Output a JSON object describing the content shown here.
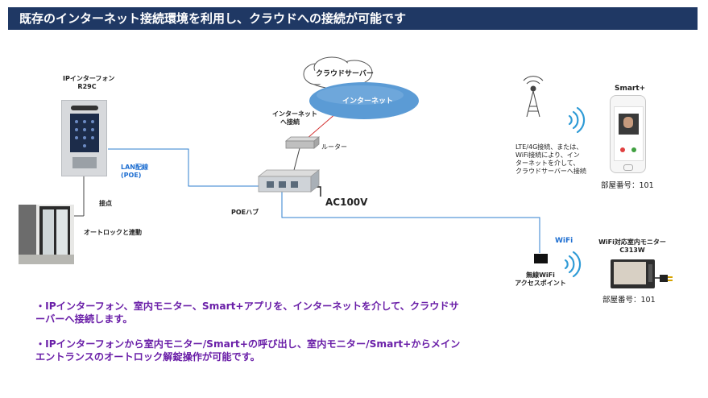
{
  "header": {
    "title": "既存のインターネット接続環境を利用し、クラウドへの接続が可能です"
  },
  "cloud": {
    "label": "クラウドサーバー"
  },
  "internet": {
    "label": "インターネット"
  },
  "internet_connect": {
    "line1": "インターネット",
    "line2": "へ接続"
  },
  "router": {
    "label": "ルーター"
  },
  "poe_hub": {
    "label": "POEハブ"
  },
  "ac": {
    "label": "AC100V"
  },
  "intercom": {
    "line1": "IPインターフォン",
    "line2": "R29C"
  },
  "lan": {
    "line1": "LAN配線",
    "line2": "(POE)"
  },
  "contact": {
    "label": "接点"
  },
  "autolock": {
    "label": "オートロックと連動"
  },
  "lte": {
    "line1": "LTE/4G接続、または、",
    "line2": "WiFi接続により、イン",
    "line3": "ターネットを介して、",
    "line4": "クラウドサーバーへ接続"
  },
  "smart": {
    "label": "Smart+",
    "room": "部屋番号：101"
  },
  "wifi": {
    "label": "WiFi"
  },
  "ap": {
    "line1": "無線WiFi",
    "line2": "アクセスポイント"
  },
  "monitor": {
    "line1": "WiFi対応室内モニター",
    "line2": "C313W",
    "room": "部屋番号：101"
  },
  "bullets": [
    "・IPインターフォン、室内モニター、Smart+アプリを、インターネットを介して、クラウドサーバーへ接続します。",
    "・IPインターフォンから室内モニター/Smart+の呼び出し、室内モニター/Smart+からメインエントランスのオートロック解錠操作が可能です。"
  ],
  "colors": {
    "header_bg": "#1f3864",
    "line_blue": "#2f7fcf",
    "line_red": "#d32f2f",
    "internet_fill": "#5b9bd5",
    "bullet_text": "#6a1fa8"
  }
}
